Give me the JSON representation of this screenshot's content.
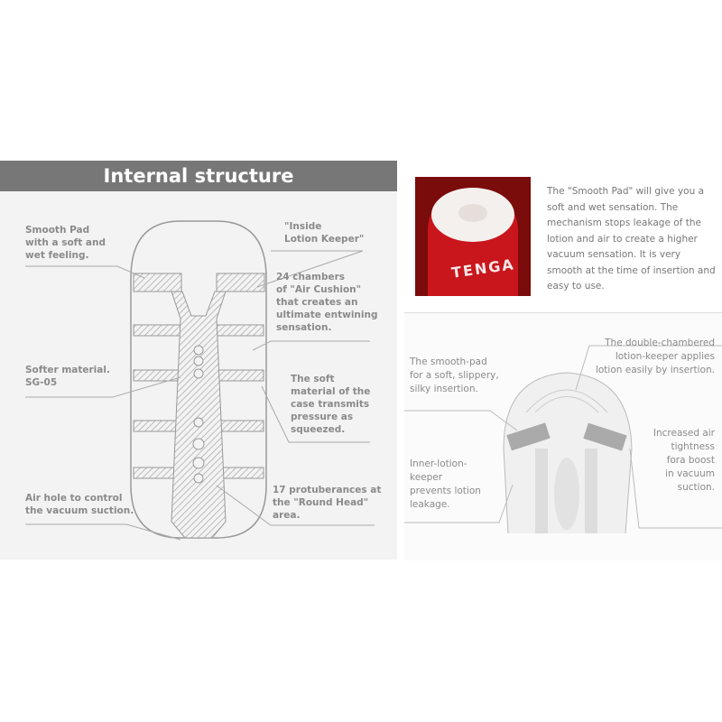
{
  "left_panel": {
    "title": "Internal structure",
    "labels": {
      "smooth_pad": "Smooth Pad\nwith a soft and\nwet feeling.",
      "inside_keeper": "\"Inside\n  Lotion Keeper\"",
      "chambers": "24 chambers\nof \"Air Cushion\"\nthat creates an\nultimate entwining\nsensation.",
      "softer": "Softer material.\nSG-05",
      "soft_case": "The soft\nmaterial of the\ncase transmits\npressure as\nsqueezed.",
      "air_hole": "Air hole to control\nthe vacuum suction.",
      "protuberances": "17 protuberances at\nthe \"Round Head\"\narea."
    }
  },
  "right_top": {
    "description": "The \"Smooth Pad\" will give you a soft and wet sensation. The mechanism stops leakage of the lotion and air to create a higher vacuum sensation. It is very smooth at the time of insertion and easy to use.",
    "product_logo_text": "TENGA",
    "product_color": "#b31515"
  },
  "right_bottom": {
    "labels": {
      "smooth_pad": "The smooth-pad\nfor a soft, slippery,\nsilky insertion.",
      "double_chambered": "The double-chambered\nlotion-keeper applies\nlotion easily by insertion.",
      "air_tightness": "Increased air\ntightness\nfora boost\nin vacuum\nsuction.",
      "inner_keeper": "Inner-lotion-\nkeeper\nprevents lotion\nleakage."
    }
  }
}
